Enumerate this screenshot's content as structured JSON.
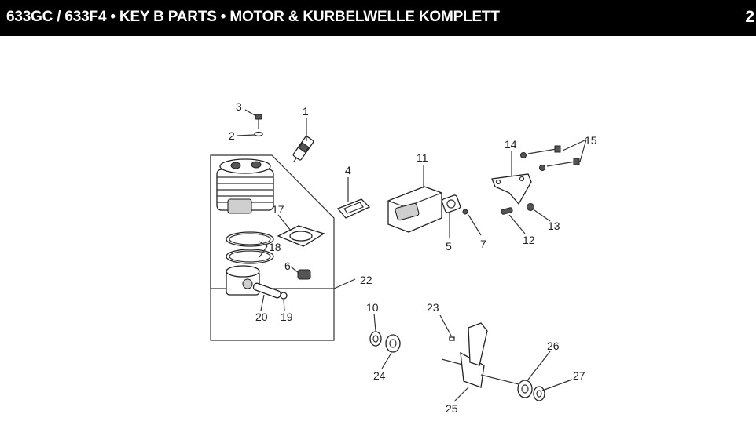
{
  "header": {
    "title": "633GC / 633F4 • KEY B PARTS • MOTOR & KURBELWELLE KOMPLETT",
    "page_number": "2"
  },
  "colors": {
    "header_bg": "#000000",
    "header_text": "#ffffff",
    "line": "#222222"
  },
  "callouts": {
    "c1": "1",
    "c2": "2",
    "c3": "3",
    "c4": "4",
    "c5": "5",
    "c6": "6",
    "c7": "7",
    "c10": "10",
    "c11": "11",
    "c12": "12",
    "c13": "13",
    "c14": "14",
    "c15": "15",
    "c17": "17",
    "c18": "18",
    "c19": "19",
    "c20": "20",
    "c22": "22",
    "c23": "23",
    "c24": "24",
    "c25": "25",
    "c26": "26",
    "c27": "27"
  }
}
